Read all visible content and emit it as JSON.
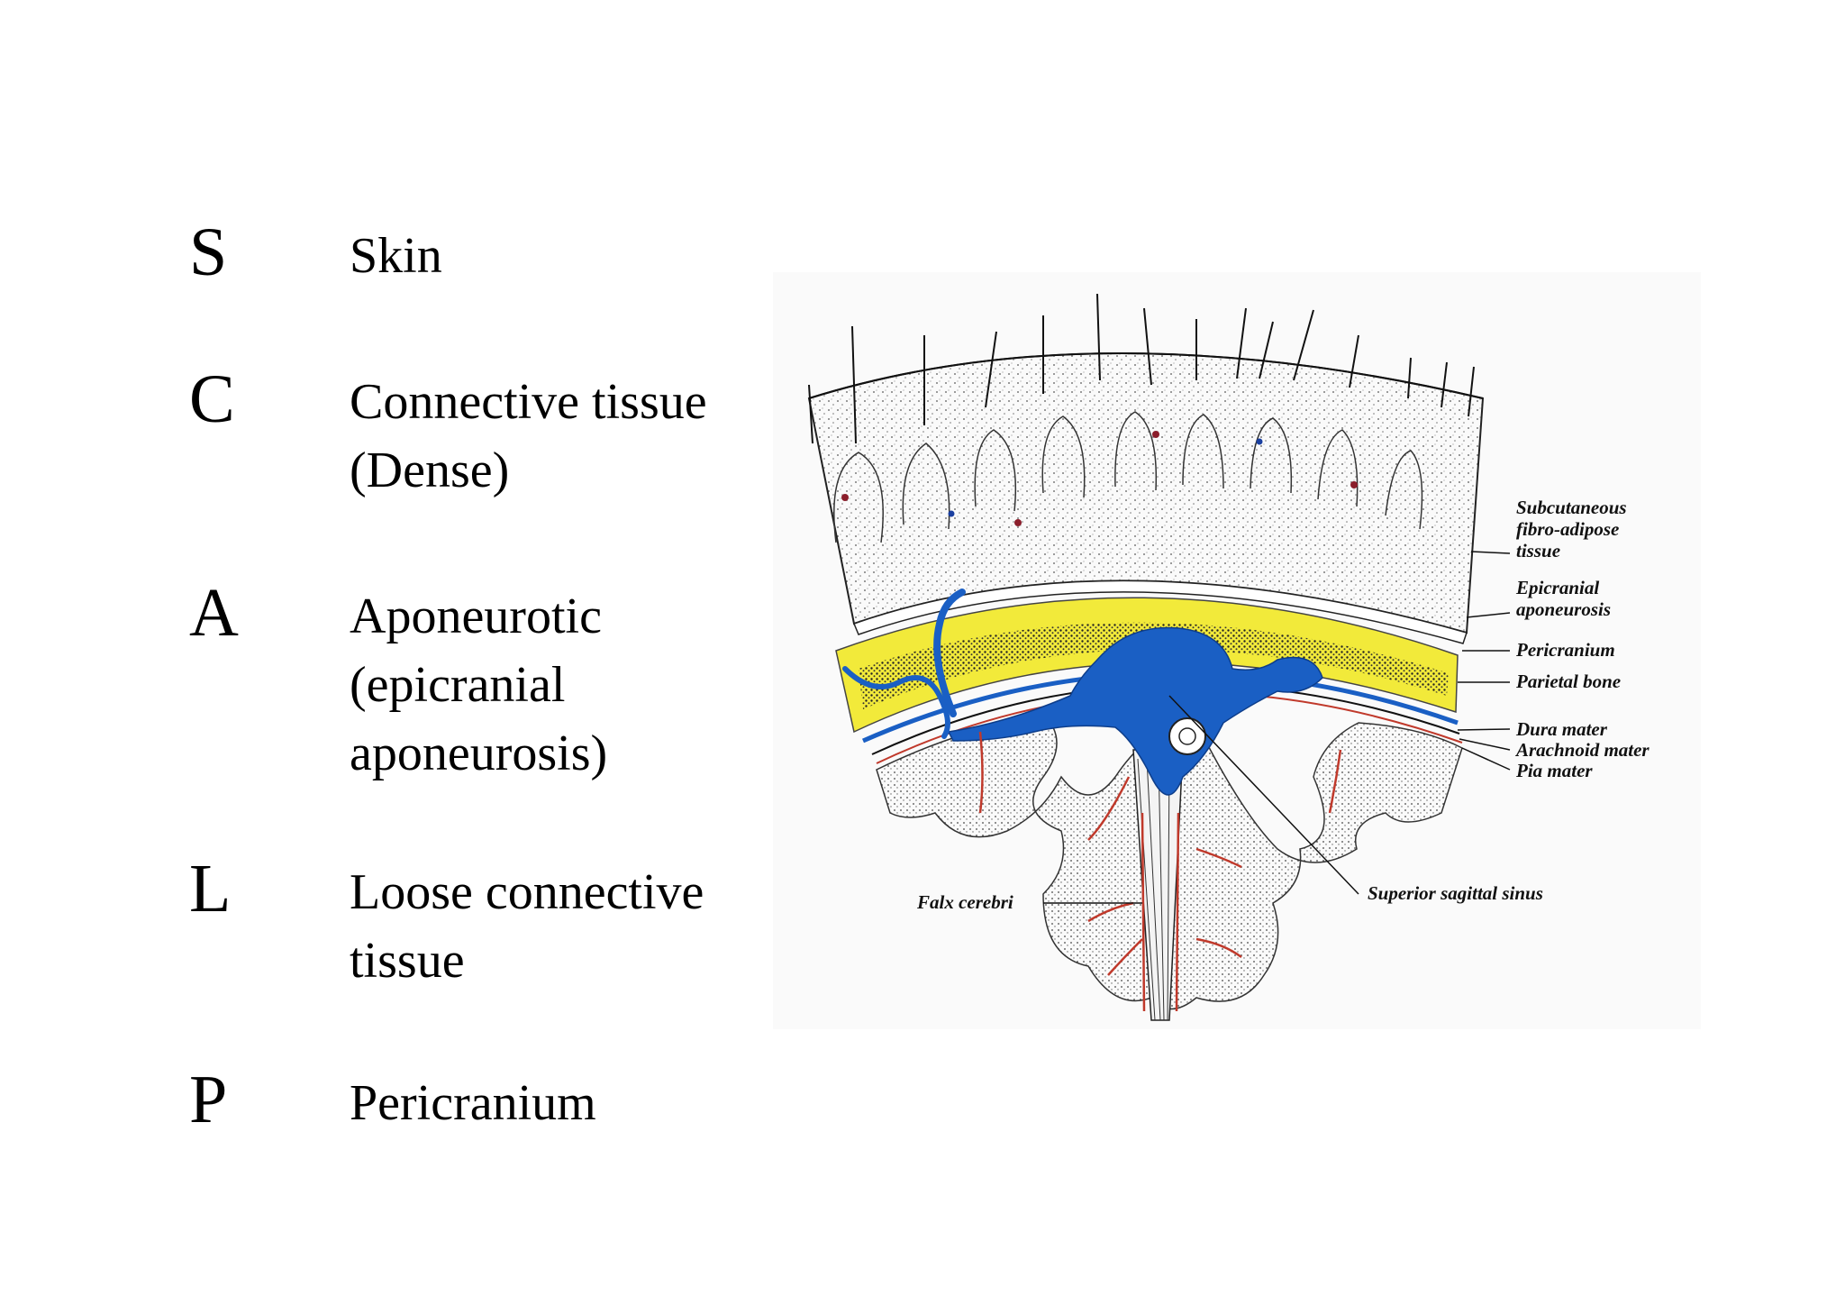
{
  "scalp": [
    {
      "letter": "S",
      "lines": [
        "Skin"
      ]
    },
    {
      "letter": "C",
      "lines": [
        "Connective tissue",
        "(Dense)"
      ]
    },
    {
      "letter": "A",
      "lines": [
        "Aponeurotic",
        "(epicranial",
        "aponeurosis)"
      ]
    },
    {
      "letter": "L",
      "lines": [
        "Loose connective",
        "tissue"
      ]
    },
    {
      "letter": "P",
      "lines": [
        "Pericranium"
      ]
    }
  ],
  "figure": {
    "labels": {
      "subcutaneous_1": "Subcutaneous",
      "subcutaneous_2": "fibro-adipose",
      "subcutaneous_3": "tissue",
      "epicranial_1": "Epicranial",
      "epicranial_2": "aponeurosis",
      "pericranium": "Pericranium",
      "parietal_bone": "Parietal bone",
      "dura_mater": "Dura mater",
      "arachnoid_mater": "Arachnoid mater",
      "pia_mater": "Pia mater",
      "superior_sagittal_sinus": "Superior sagittal sinus",
      "falx_cerebri": "Falx cerebri"
    },
    "colors": {
      "bone": "#f2ea3a",
      "sinus": "#1a5fc4",
      "artery": "#c0392b",
      "brain": "#e4e4e4"
    }
  }
}
